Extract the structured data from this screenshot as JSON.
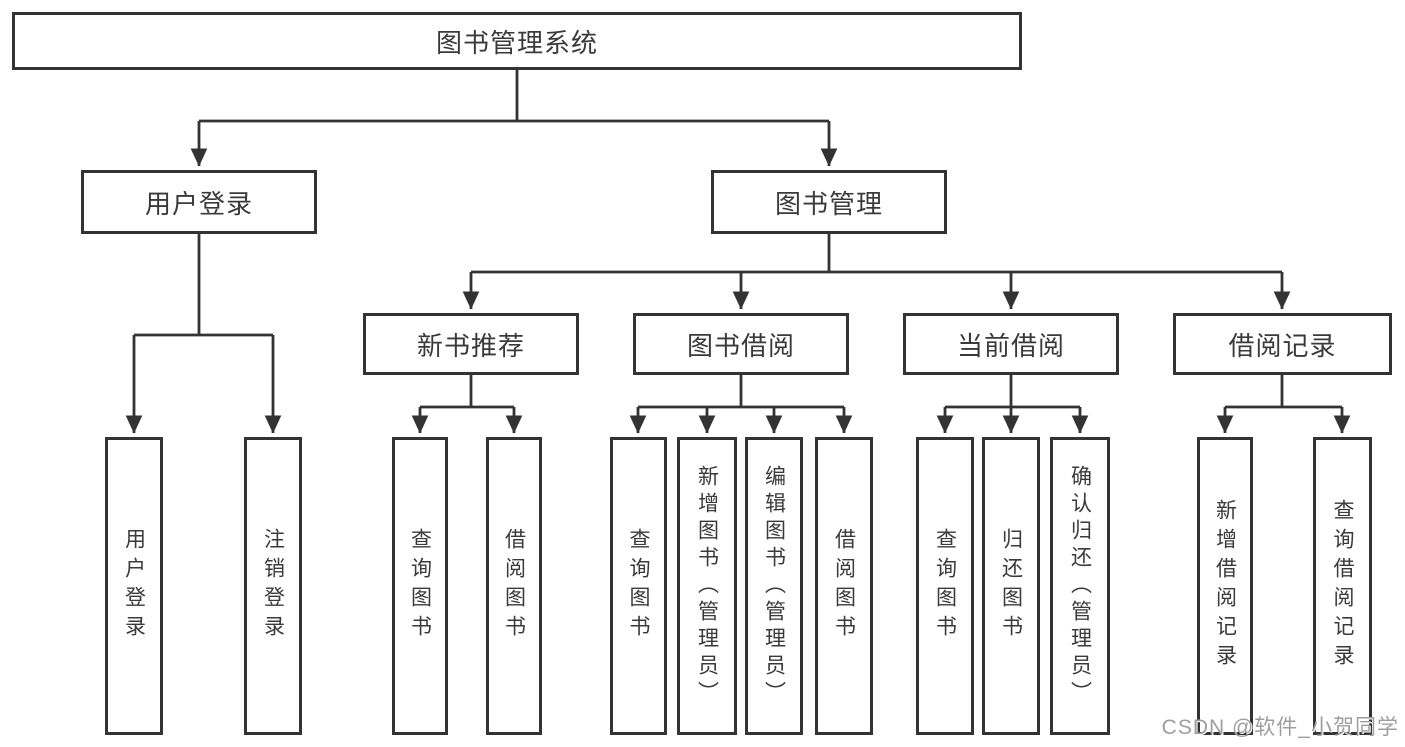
{
  "diagram": {
    "title": "图书管理系统",
    "type": "hierarchy-tree",
    "colors": {
      "line": "#333333",
      "box_border": "#333333",
      "text": "#3a3a3a",
      "box_background": "#ffffff",
      "page_background": "#ffffff",
      "watermark": "#9e9e9e"
    }
  },
  "nodes": {
    "root": "图书管理系统",
    "user_login": "用户登录",
    "book_mgmt": "图书管理",
    "new_book": "新书推荐",
    "book_borrow": "图书借阅",
    "current_borrow": "当前借阅",
    "borrow_records": "借阅记录",
    "leaf_user_login": "用户登录",
    "leaf_logout": "注销登录",
    "leaf_query_books_1": "查询图书",
    "leaf_borrow_books_1": "借阅图书",
    "leaf_query_books_2": "查询图书",
    "leaf_add_books": "新增图书（管理员）",
    "leaf_edit_books": "编辑图书（管理员）",
    "leaf_borrow_books_2": "借阅图书",
    "leaf_query_books_3": "查询图书",
    "leaf_return_books": "归还图书",
    "leaf_confirm_return": "确认归还（管理员）",
    "leaf_add_record": "新增借阅记录",
    "leaf_query_record": "查询借阅记录"
  },
  "hierarchy": {
    "图书管理系统": {
      "用户登录": [
        "用户登录",
        "注销登录"
      ],
      "图书管理": {
        "新书推荐": [
          "查询图书",
          "借阅图书"
        ],
        "图书借阅": [
          "查询图书",
          "新增图书（管理员）",
          "编辑图书（管理员）",
          "借阅图书"
        ],
        "当前借阅": [
          "查询图书",
          "归还图书",
          "确认归还（管理员）"
        ],
        "借阅记录": [
          "新增借阅记录",
          "查询借阅记录"
        ]
      }
    }
  },
  "watermark": "CSDN @软件_小贺同学"
}
